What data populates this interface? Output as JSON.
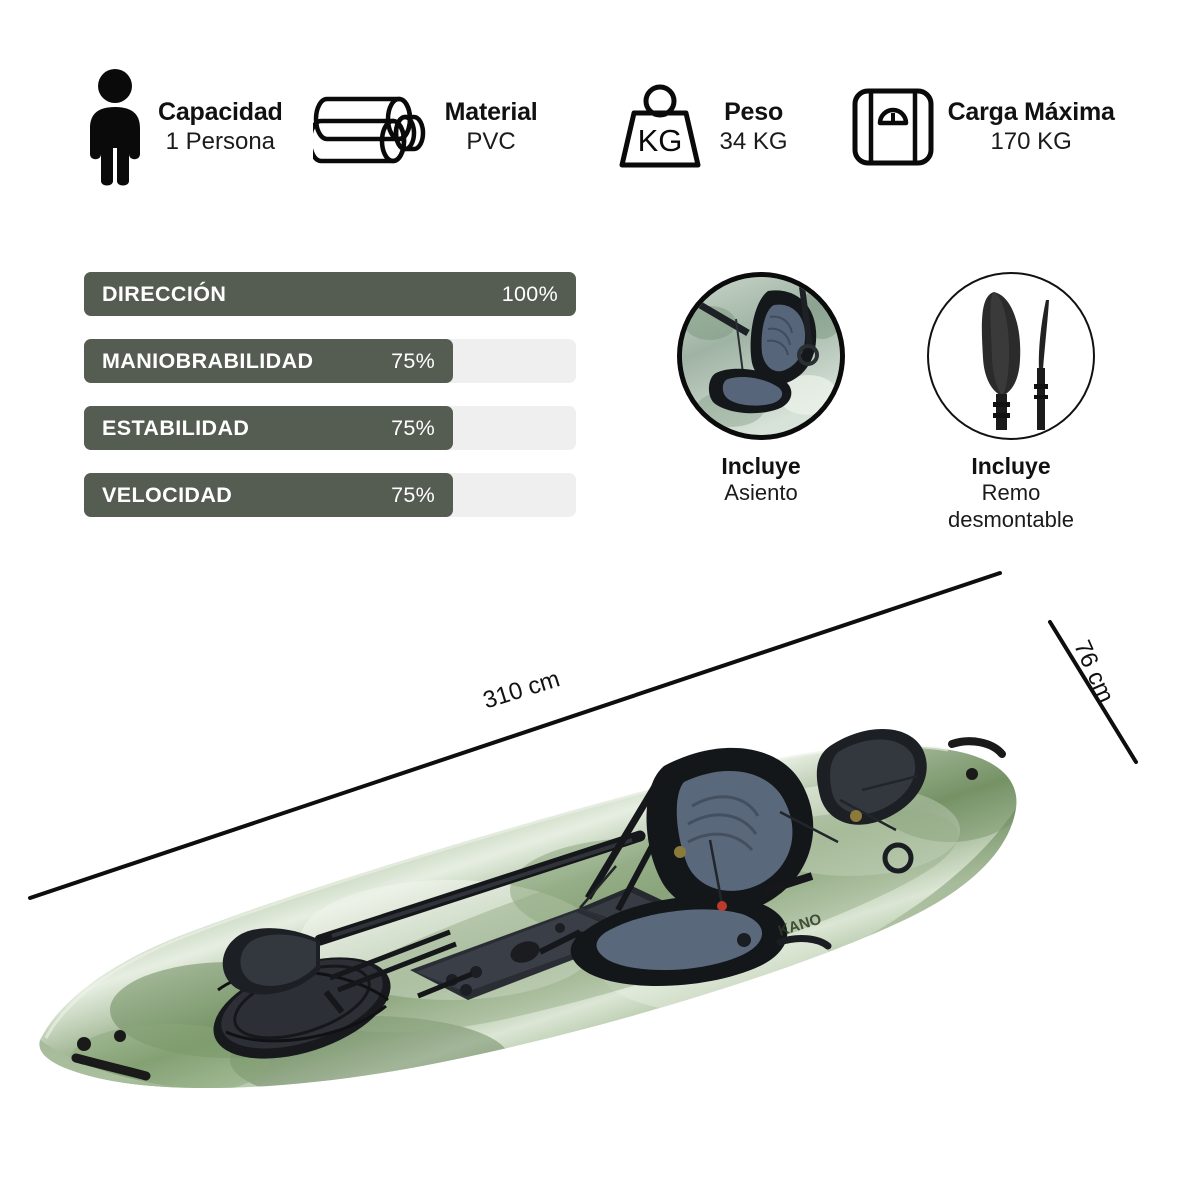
{
  "specs": [
    {
      "icon": "person-icon",
      "title": "Capacidad",
      "value": "1 Persona"
    },
    {
      "icon": "tubes-icon",
      "title": "Material",
      "value": "PVC"
    },
    {
      "icon": "weight-icon",
      "title": "Peso",
      "value": "34 KG",
      "icon_text": "KG"
    },
    {
      "icon": "scale-icon",
      "title": "Carga Máxima",
      "value": "170 KG"
    }
  ],
  "bars": [
    {
      "label": "DIRECCIÓN",
      "percent_text": "100%",
      "percent": 100
    },
    {
      "label": "MANIOBRABILIDAD",
      "percent_text": "75%",
      "percent": 75
    },
    {
      "label": "ESTABILIDAD",
      "percent_text": "75%",
      "percent": 75
    },
    {
      "label": "VELOCIDAD",
      "percent_text": "75%",
      "percent": 75
    }
  ],
  "badges": [
    {
      "icon": "kayak-seat-photo",
      "line1": "Incluye",
      "line2": "Asiento"
    },
    {
      "icon": "paddle-icon",
      "line1": "Incluye",
      "line2": "Remo\ndesmontable"
    }
  ],
  "badge_seat_caption_2": "Asiento",
  "badge_paddle_caption_2": "Remo",
  "badge_paddle_caption_3": "desmontable",
  "dimensions": {
    "length": "310 cm",
    "width": "76 cm"
  },
  "product": {
    "brand": "KANO",
    "alt": "kayak-product-photo"
  },
  "colors": {
    "bar_fill": "#555C52",
    "bar_track": "#EFEFEF",
    "text": "#111111",
    "hull_green": "#6E8B5E",
    "hull_light": "#DDE6DC"
  }
}
